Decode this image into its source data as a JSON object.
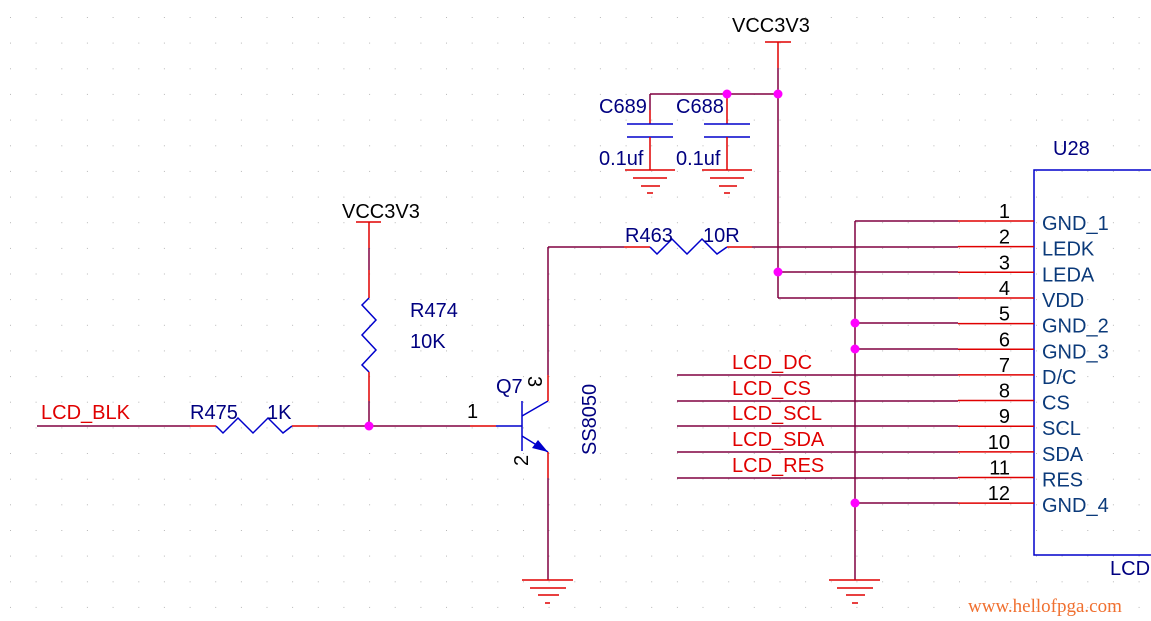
{
  "title": "LCD backlight driver schematic",
  "power": {
    "top_label": "VCC3V3",
    "left_label": "VCC3V3"
  },
  "capacitors": [
    {
      "ref": "C689",
      "value": "0.1uf"
    },
    {
      "ref": "C688",
      "value": "0.1uf"
    }
  ],
  "resistors": {
    "r474": {
      "ref": "R474",
      "value": "10K"
    },
    "r475": {
      "ref": "R475",
      "value": "1K"
    },
    "r463": {
      "ref": "R463",
      "value": "10R"
    }
  },
  "transistor": {
    "ref": "Q7",
    "part": "SS8050",
    "pins": {
      "base": "1",
      "emitter": "2",
      "collector": "3"
    }
  },
  "input_net": "LCD_BLK",
  "connector": {
    "ref": "U28",
    "bottom_label": "LCD",
    "pins": [
      {
        "num": "1",
        "name": "GND_1"
      },
      {
        "num": "2",
        "name": "LEDK"
      },
      {
        "num": "3",
        "name": "LEDA"
      },
      {
        "num": "4",
        "name": "VDD"
      },
      {
        "num": "5",
        "name": "GND_2"
      },
      {
        "num": "6",
        "name": "GND_3"
      },
      {
        "num": "7",
        "name": "D/C",
        "net": "LCD_DC"
      },
      {
        "num": "8",
        "name": "CS",
        "net": "LCD_CS"
      },
      {
        "num": "9",
        "name": "SCL",
        "net": "LCD_SCL"
      },
      {
        "num": "10",
        "name": "SDA",
        "net": "LCD_SDA"
      },
      {
        "num": "11",
        "name": "RES",
        "net": "LCD_RES"
      },
      {
        "num": "12",
        "name": "GND_4"
      }
    ]
  },
  "colors": {
    "wire": "#800040",
    "pin": "#e00000",
    "symbol": "#0000cc",
    "junction": "#ff00ff",
    "net_label": "#e00000",
    "ref_text": "#000080",
    "watermark": "#f07030"
  },
  "watermark": "www.hellofpga.com"
}
